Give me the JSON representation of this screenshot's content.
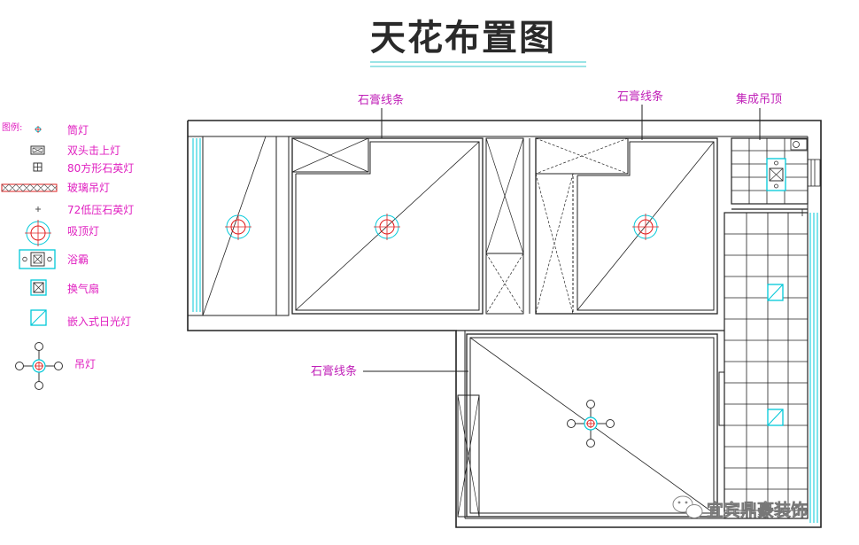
{
  "title": "天花布置图",
  "legend": {
    "heading": "图例:",
    "items": [
      {
        "icon": "downlight-icon",
        "label": "筒灯"
      },
      {
        "icon": "double-grille-light-icon",
        "label": "双头击上灯"
      },
      {
        "icon": "square-quartz-light-icon",
        "label": "80方形石英灯"
      },
      {
        "icon": "glass-pendant-strip-icon",
        "label": "玻璃吊灯"
      },
      {
        "icon": "low-voltage-quartz-light-icon",
        "label": "72低压石英灯"
      },
      {
        "icon": "ceiling-light-icon",
        "label": "吸顶灯"
      },
      {
        "icon": "bath-heater-icon",
        "label": "浴霸"
      },
      {
        "icon": "exhaust-fan-icon",
        "label": "换气扇"
      },
      {
        "icon": "embedded-fluorescent-light-icon",
        "label": "嵌入式日光灯"
      },
      {
        "icon": "chandelier-icon",
        "label": "吊灯"
      }
    ]
  },
  "callouts": {
    "gypsum_moulding_1": "石膏线条",
    "gypsum_moulding_2": "石膏线条",
    "integrated_ceiling": "集成吊顶",
    "gypsum_moulding_3": "石膏线条"
  },
  "watermark": "宜宾鼎豪装饰",
  "colors": {
    "title_rule": "#5fd3d8",
    "walls": "#222222",
    "cyan": "#00c8d8",
    "magenta": "#e020c0",
    "red": "#e02020"
  }
}
